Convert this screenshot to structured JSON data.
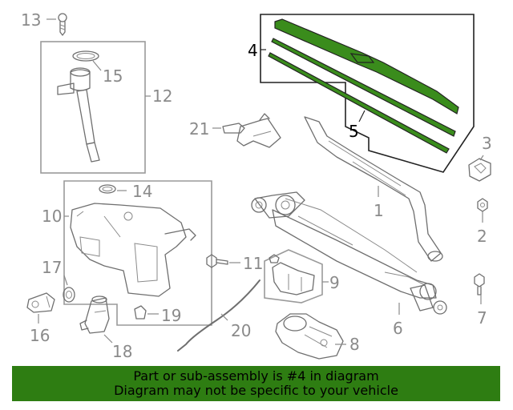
{
  "callouts": {
    "c1": "1",
    "c2": "2",
    "c3": "3",
    "c4": "4",
    "c5": "5",
    "c6": "6",
    "c7": "7",
    "c8": "8",
    "c9": "9",
    "c10": "10",
    "c11": "11",
    "c12": "12",
    "c13": "13",
    "c14": "14",
    "c15": "15",
    "c16": "16",
    "c17": "17",
    "c18": "18",
    "c19": "19",
    "c20": "20",
    "c21": "21"
  },
  "highlight_color": "#3a8c1c",
  "banner": {
    "line1": "Part or sub-assembly is #4 in diagram",
    "line2": "Diagram may not be specific to your vehicle",
    "color": "#2e7d12"
  }
}
